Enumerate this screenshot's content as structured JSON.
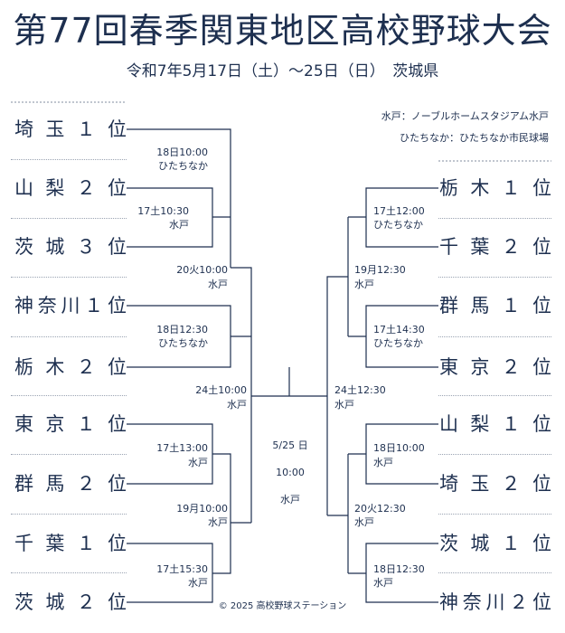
{
  "header": {
    "title": "第77回春季関東地区高校野球大会",
    "subtitle": "令和7年5月17日（土）～25日（日）　茨城県"
  },
  "venues": [
    "水戸：ノーブルホームスタジアム水戸",
    "ひたちなか：ひたちなか市民球場"
  ],
  "left_teams": [
    "埼玉１位",
    "山梨２位",
    "茨城３位",
    "神奈川１位",
    "栃木２位",
    "東京１位",
    "群馬２位",
    "千葉１位",
    "茨城２位"
  ],
  "right_teams": [
    "栃木１位",
    "千葉２位",
    "群馬１位",
    "東京２位",
    "山梨１位",
    "埼玉２位",
    "茨城１位",
    "神奈川２位"
  ],
  "left_games": [
    {
      "time": "18日10:00",
      "venue": "ひたちなか"
    },
    {
      "time": "17土10:30",
      "venue": "水戸"
    },
    {
      "time": "20火10:00",
      "venue": "水戸"
    },
    {
      "time": "18日12:30",
      "venue": "ひたちなか"
    },
    {
      "time": "24土10:00",
      "venue": "水戸"
    },
    {
      "time": "17土13:00",
      "venue": "水戸"
    },
    {
      "time": "19月10:00",
      "venue": "水戸"
    },
    {
      "time": "17土15:30",
      "venue": "水戸"
    }
  ],
  "right_games": [
    {
      "time": "17土12:00",
      "venue": "ひたちなか"
    },
    {
      "time": "19月12:30",
      "venue": "水戸"
    },
    {
      "time": "17土14:30",
      "venue": "ひたちなか"
    },
    {
      "time": "24土12:30",
      "venue": "水戸"
    },
    {
      "time": "18日10:00",
      "venue": "水戸"
    },
    {
      "time": "20火12:30",
      "venue": "水戸"
    },
    {
      "time": "18日12:30",
      "venue": "水戸"
    }
  ],
  "final": {
    "date": "5/25 日",
    "time": "10:00",
    "venue": "水戸"
  },
  "footer": "© 2025 高校野球ステーション",
  "colors": {
    "ink": "#1d2f4f",
    "separator": "#9aa3b2",
    "background": "#ffffff"
  }
}
